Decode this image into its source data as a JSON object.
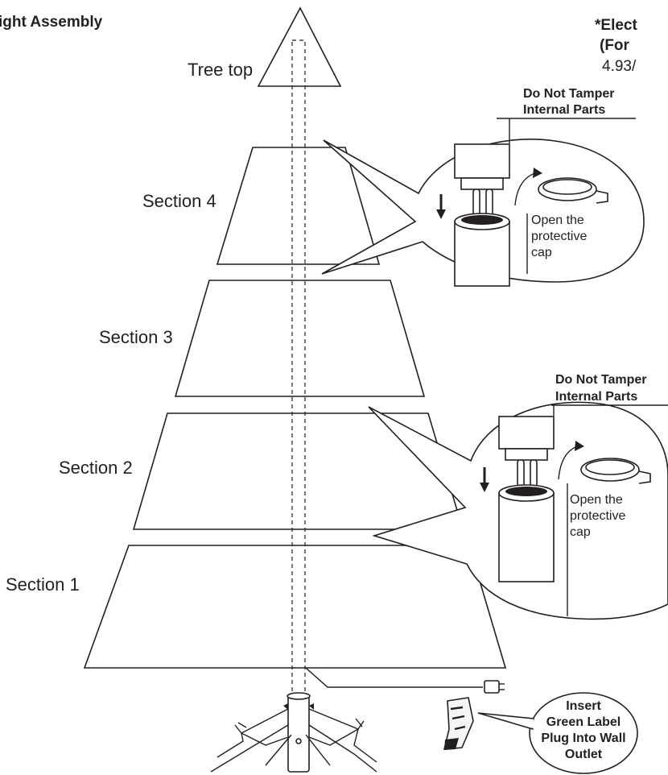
{
  "header": {
    "title_fragment": "ight Assembly",
    "note_line1": "*Elect",
    "note_line2": "(For",
    "note_line3": "4.93/"
  },
  "sections": {
    "tree_top": "Tree top",
    "section4": "Section 4",
    "section3": "Section 3",
    "section2": "Section 2",
    "section1": "Section 1"
  },
  "detail_upper": {
    "warning_line1": "Do Not Tamper",
    "warning_line2": "Internal Parts",
    "cap_line1": "Open the",
    "cap_line2": "protective",
    "cap_line3": "cap"
  },
  "detail_lower": {
    "warning_line1": "Do Not Tamper",
    "warning_line2": "Internal Parts",
    "cap_line1": "Open the",
    "cap_line2": "protective",
    "cap_line3": "cap"
  },
  "plug_callout": {
    "line1": "Insert",
    "line2": "Green Label",
    "line3": "Plug Into Wall",
    "line4": "Outlet"
  },
  "colors": {
    "ink": "#231f20",
    "background": "#ffffff"
  }
}
